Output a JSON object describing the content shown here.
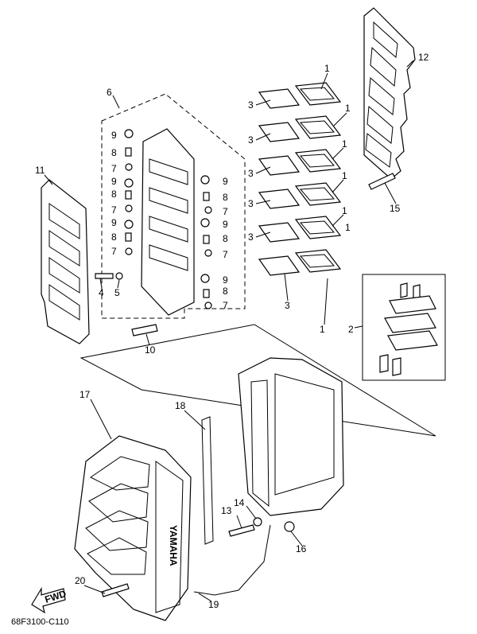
{
  "callouts": {
    "c1a": "1",
    "c1b": "1",
    "c1c": "1",
    "c1d": "1",
    "c1e": "1",
    "c1f": "1",
    "c1g": "1",
    "c2": "2",
    "c3a": "3",
    "c3b": "3",
    "c3c": "3",
    "c3d": "3",
    "c3e": "3",
    "c3f": "3",
    "c4": "4",
    "c5": "5",
    "c6": "6",
    "c7a": "7",
    "c7b": "7",
    "c7c": "7",
    "c7d": "7",
    "c7e": "7",
    "c7f": "7",
    "c8a": "8",
    "c8b": "8",
    "c8c": "8",
    "c8d": "8",
    "c8e": "8",
    "c8f": "8",
    "c9a": "9",
    "c9b": "9",
    "c9c": "9",
    "c9d": "9",
    "c9e": "9",
    "c9f": "9",
    "c10": "10",
    "c11": "11",
    "c12": "12",
    "c13": "13",
    "c14": "14",
    "c15": "15",
    "c16": "16",
    "c17": "17",
    "c18": "18",
    "c19": "19",
    "c20": "20"
  },
  "brand_text": "YAMAHA",
  "fwd_label": "FWD",
  "diagram_code": "68F3100-C110"
}
